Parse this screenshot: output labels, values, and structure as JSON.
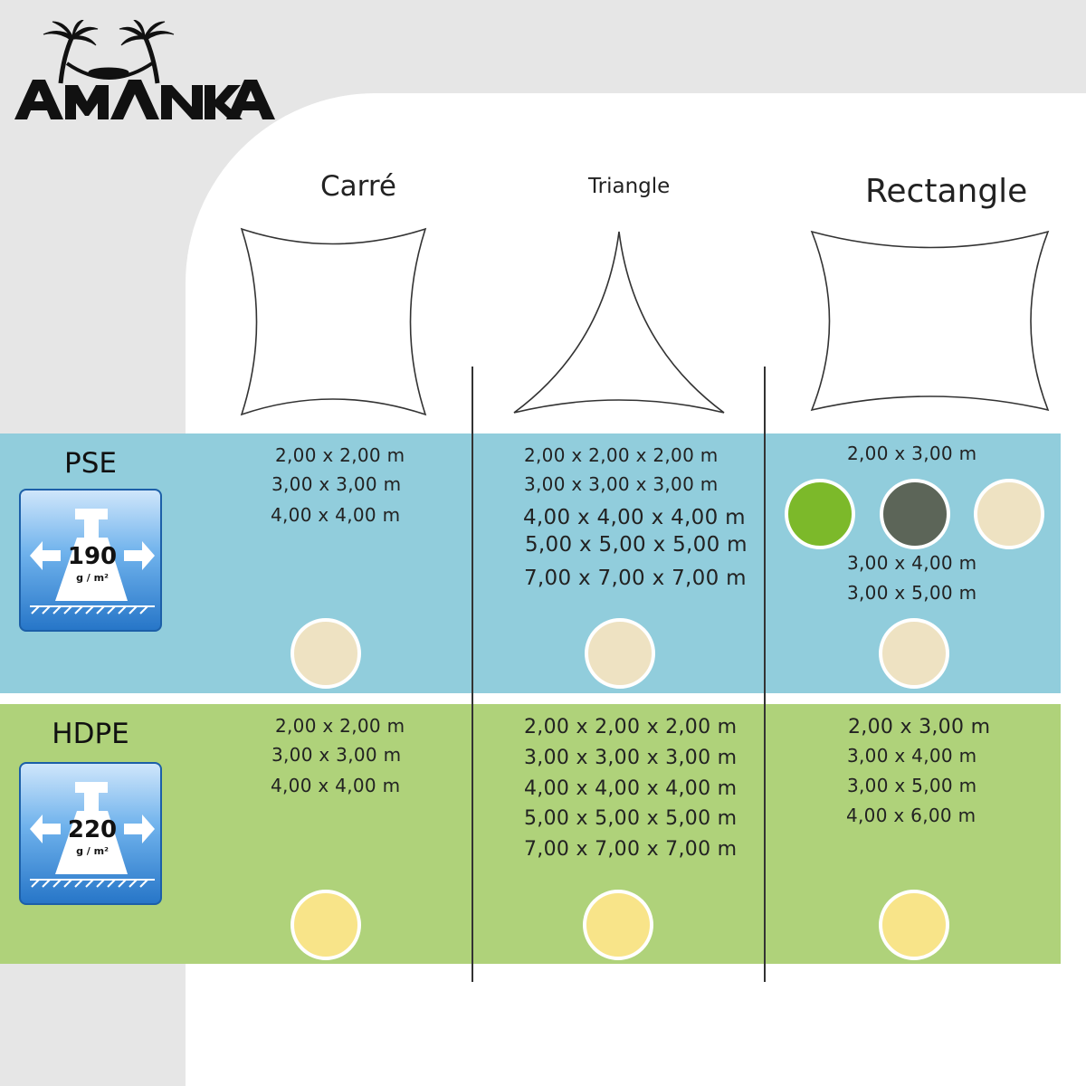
{
  "brand": {
    "name": "AMANKA"
  },
  "shapes": {
    "square": "Carré",
    "triangle": "Triangle",
    "rectangle": "Rectangle"
  },
  "materials": {
    "pse": {
      "label": "PSE",
      "weight": "190",
      "unit": "g / m²"
    },
    "hdpe": {
      "label": "HDPE",
      "weight": "220",
      "unit": "g / m²"
    }
  },
  "pse_sizes": {
    "square": [
      "2,00 x 2,00 m",
      "3,00 x 3,00 m",
      "4,00 x 4,00 m"
    ],
    "triangle": [
      "2,00 x 2,00 x 2,00 m",
      "3,00 x 3,00 x 3,00 m",
      "4,00 x 4,00 x 4,00 m",
      "5,00 x 5,00 x 5,00 m",
      "7,00 x 7,00 x 7,00 m"
    ],
    "rectangle": [
      "2,00 x 3,00 m",
      "3,00 x 4,00 m",
      "3,00 x 5,00 m"
    ]
  },
  "hdpe_sizes": {
    "square": [
      "2,00 x 2,00 m",
      "3,00 x 3,00 m",
      "4,00 x 4,00 m"
    ],
    "triangle": [
      "2,00 x 2,00 x 2,00 m",
      "3,00 x 3,00 x 3,00 m",
      "4,00 x 4,00 x 4,00 m",
      "5,00 x 5,00 x 5,00 m",
      "7,00 x 7,00 x 7,00 m"
    ],
    "rectangle": [
      "2,00 x 3,00 m",
      "3,00 x 4,00 m",
      "3,00 x 5,00 m",
      "4,00 x 6,00 m"
    ]
  },
  "colors": {
    "pse_band": "#91cddc",
    "hdpe_band": "#afd27a",
    "swatch_green": "#7cb92a",
    "swatch_gray": "#5c6558",
    "swatch_sand": "#eee2c2",
    "swatch_yellow": "#f8e489"
  }
}
